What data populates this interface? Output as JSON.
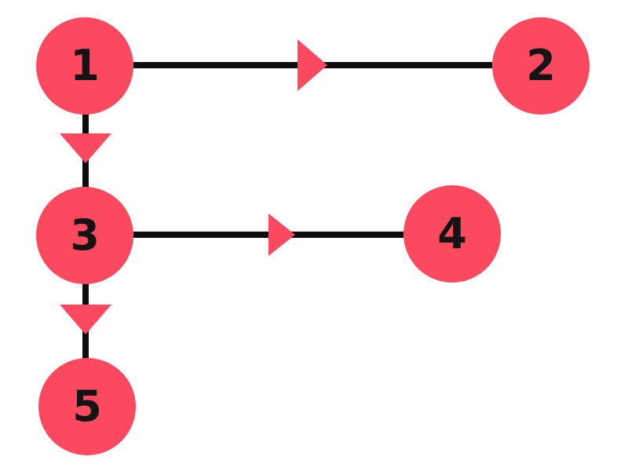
{
  "diagram": {
    "type": "directed-graph",
    "colors": {
      "node_fill": "#FB4A5F",
      "arrowhead": "#FB4A5F",
      "edge": "#0d0d0d",
      "label": "#141414",
      "background": "#ffffff"
    },
    "nodes": [
      {
        "id": "1",
        "label": "1"
      },
      {
        "id": "2",
        "label": "2"
      },
      {
        "id": "3",
        "label": "3"
      },
      {
        "id": "4",
        "label": "4"
      },
      {
        "id": "5",
        "label": "5"
      }
    ],
    "edges": [
      {
        "from": "1",
        "to": "2",
        "direction": "right"
      },
      {
        "from": "1",
        "to": "3",
        "direction": "down"
      },
      {
        "from": "3",
        "to": "4",
        "direction": "right"
      },
      {
        "from": "3",
        "to": "5",
        "direction": "down"
      }
    ]
  }
}
